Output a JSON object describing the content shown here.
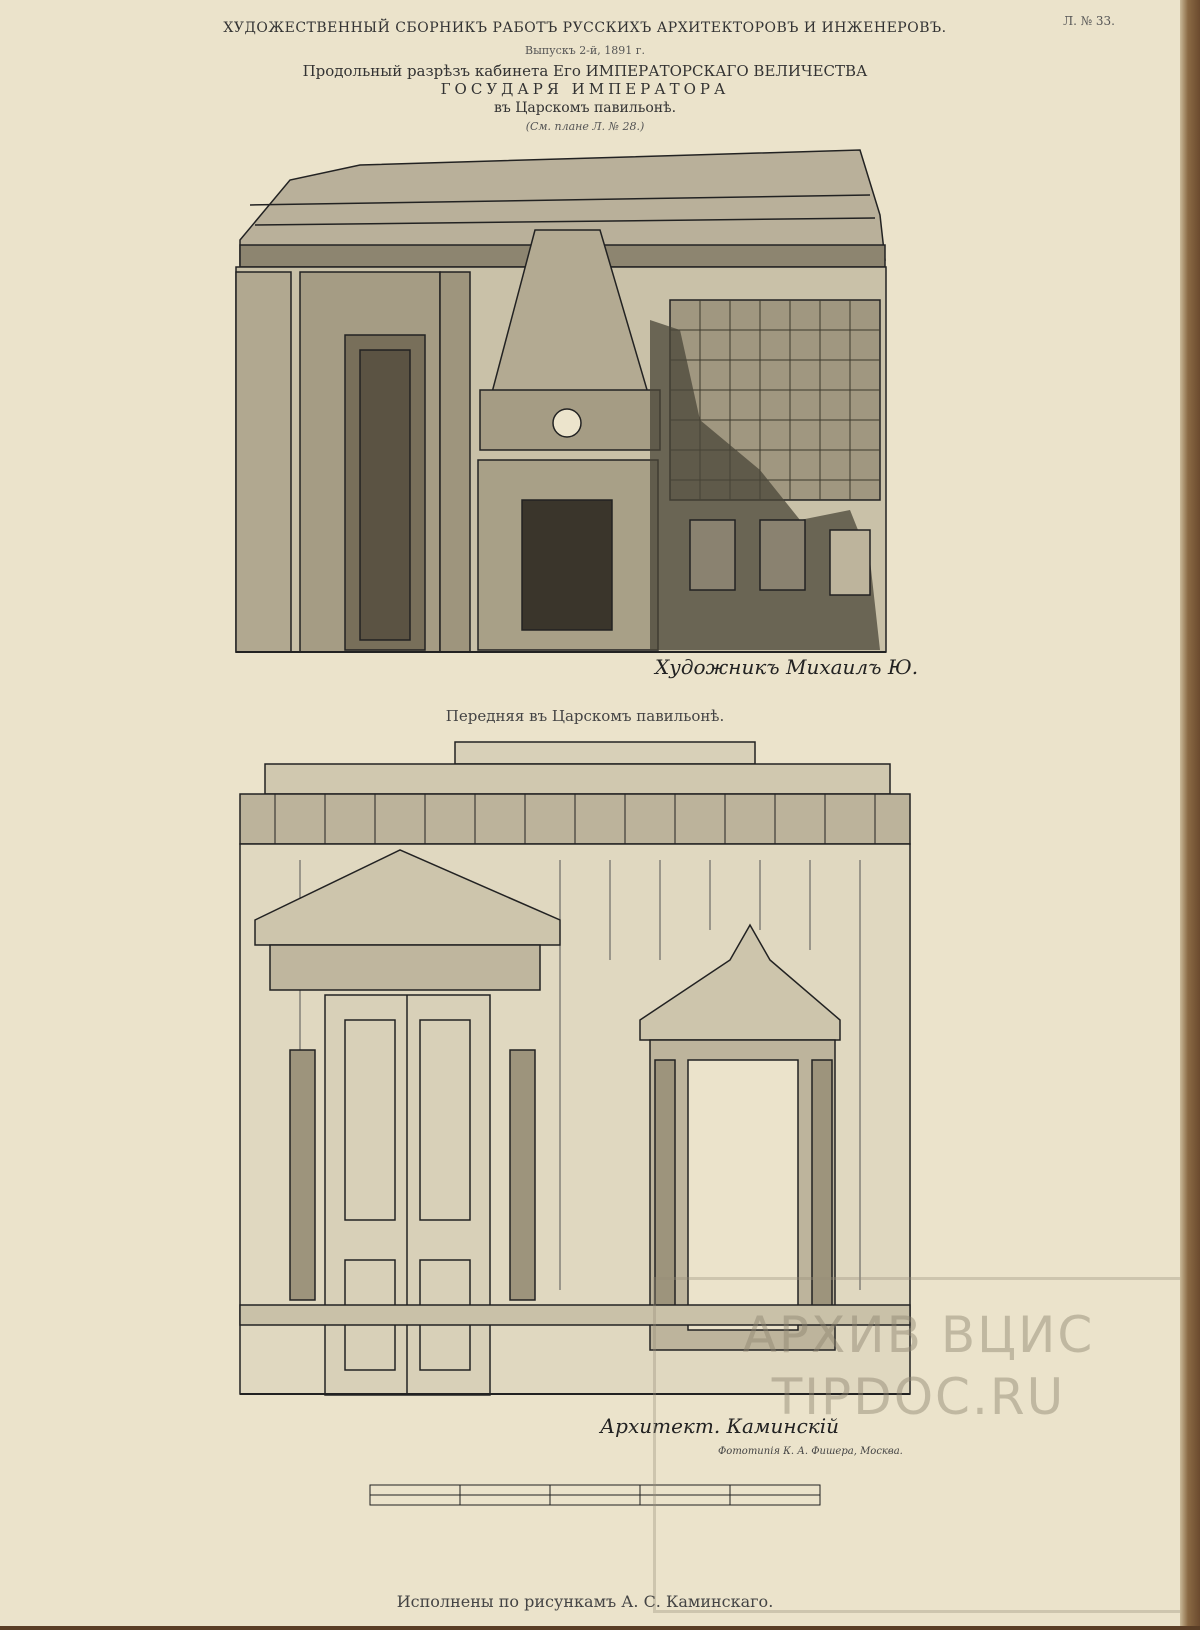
{
  "header": {
    "title": "ХУДОЖЕСТВЕННЫЙ СБОРНИКЪ РАБОТЪ РУССКИХЪ АРХИТЕКТОРОВЪ И ИНЖЕНЕРОВЪ.",
    "sheet_no": "Л. № 33.",
    "issue": "Выпускъ 2-й, 1891 г.",
    "subtitle_1": "Продольный разрѣзъ кабинета Его ИМПЕРАТОРСКАГО ВЕЛИЧЕСТВА",
    "subtitle_2": "ГОСУДАРЯ ИМПЕРАТОРА",
    "subtitle_3": "въ Царскомъ павильонѣ.",
    "note": "(См. плане Л. № 28.)"
  },
  "upper_drawing": {
    "signature": "Художникъ Михаилъ Ю."
  },
  "caption_middle": "Передняя въ Царскомъ павильонѣ.",
  "lower_drawing": {
    "signature": "Архитект. Каминскій",
    "photo_credit": "Фототипія К. А. Фишера, Москва."
  },
  "footer": "Исполнены по рисункамъ А. С. Каминскаго.",
  "watermark": {
    "line1": "АРХИВ ВЦИС",
    "line2": "TIPDOC.RU"
  }
}
